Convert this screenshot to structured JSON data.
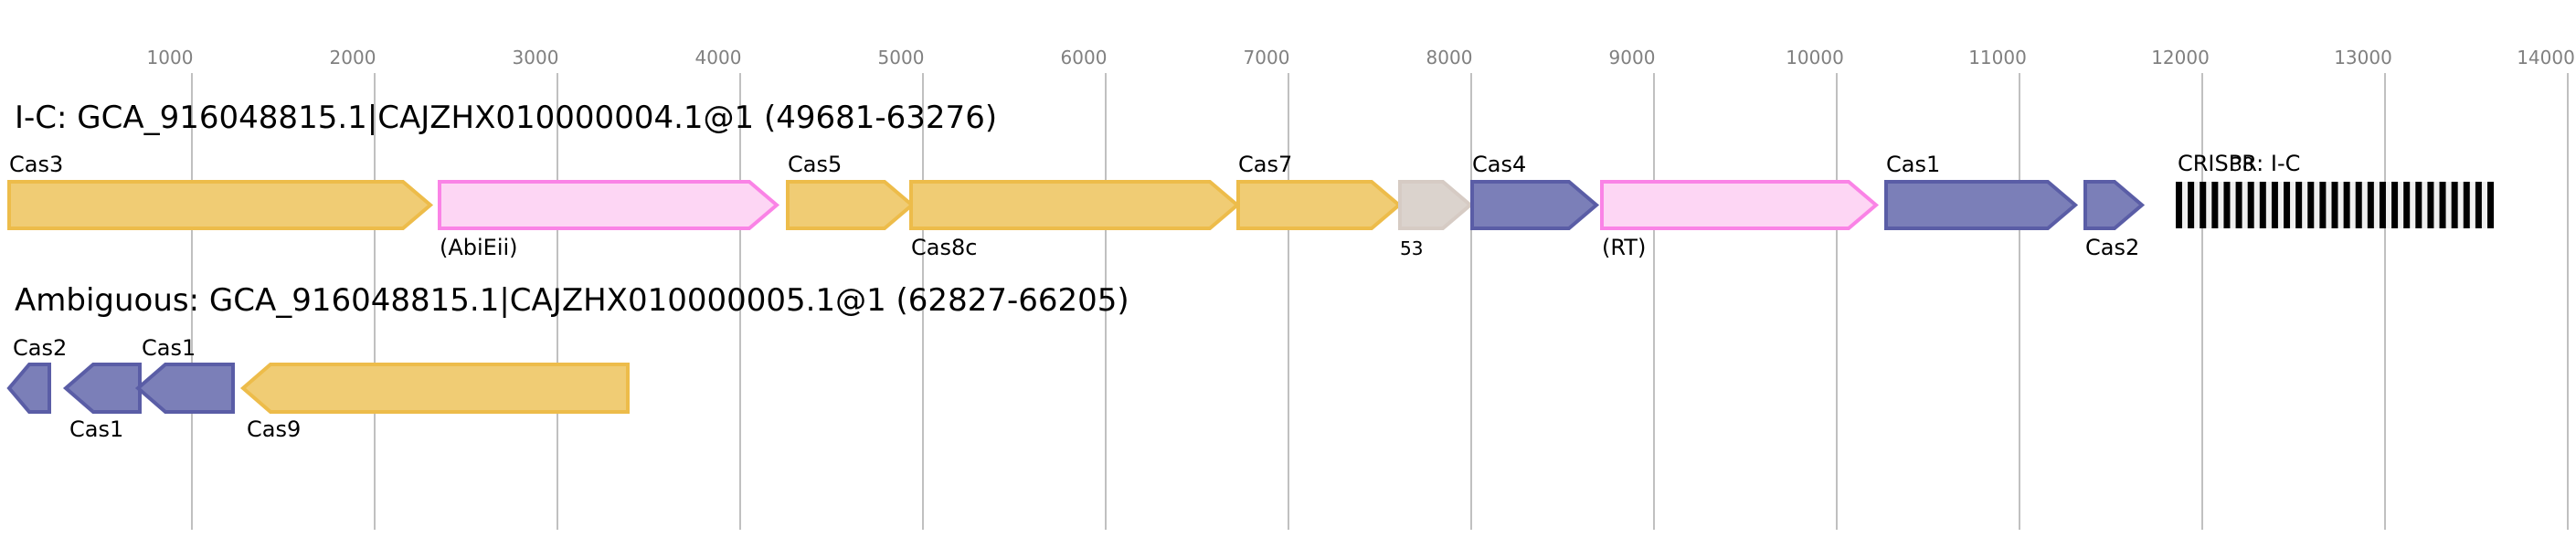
{
  "axis": {
    "unit": "bp",
    "ticks": [
      1000,
      2000,
      3000,
      4000,
      5000,
      6000,
      7000,
      8000,
      9000,
      10000,
      11000,
      12000,
      13000,
      14000
    ]
  },
  "colors": {
    "cas_core": {
      "fill": "#f0cc74",
      "stroke": "#edbc4a"
    },
    "cas_adapt": {
      "fill": "#7b7fb8",
      "stroke": "#5a5da6"
    },
    "accessory": {
      "fill": "#fdd6f4",
      "stroke": "#fa83e6"
    },
    "unknown": {
      "fill": "#dbd3cd",
      "stroke": "#d6cbc4"
    },
    "crispr_repeat": "#000000",
    "crispr_spacer": "#f0f0f0"
  },
  "chart_data": {
    "type": "gene-map",
    "xlim": [
      0,
      14000
    ],
    "grid": true,
    "tracks": [
      {
        "title": "I-C: GCA_916048815.1|CAJZHX010000004.1@1 (49681-63276)",
        "genes": [
          {
            "name": "Cas3",
            "start": 0,
            "end": 2305,
            "strand": "+",
            "class": "cas_core",
            "label_pos": "above"
          },
          {
            "name": "(AbiEii)",
            "start": 2355,
            "end": 4200,
            "strand": "+",
            "class": "accessory",
            "label_pos": "below"
          },
          {
            "name": "Cas5",
            "start": 4260,
            "end": 4940,
            "strand": "+",
            "class": "cas_core",
            "label_pos": "above"
          },
          {
            "name": "Cas8c",
            "start": 4935,
            "end": 6720,
            "strand": "+",
            "class": "cas_core",
            "label_pos": "below"
          },
          {
            "name": "Cas7",
            "start": 6725,
            "end": 7605,
            "strand": "+",
            "class": "cas_core",
            "label_pos": "above"
          },
          {
            "name": "53",
            "start": 7610,
            "end": 7995,
            "strand": "+",
            "class": "unknown",
            "label_pos": "below",
            "small": true
          },
          {
            "name": "Cas4",
            "start": 8005,
            "end": 8685,
            "strand": "+",
            "class": "cas_adapt",
            "label_pos": "above"
          },
          {
            "name": "(RT)",
            "start": 8715,
            "end": 10215,
            "strand": "+",
            "class": "accessory",
            "label_pos": "below"
          },
          {
            "name": "Cas1",
            "start": 10270,
            "end": 11305,
            "strand": "+",
            "class": "cas_adapt",
            "label_pos": "above"
          },
          {
            "name": "Cas2",
            "start": 11360,
            "end": 11670,
            "strand": "+",
            "class": "cas_adapt",
            "label_pos": "below"
          }
        ],
        "crispr": {
          "label": "CRISPR: I-C",
          "count_label": "38",
          "start": 11855,
          "end": 13595,
          "repeats": 27
        }
      },
      {
        "title": "Ambiguous: GCA_916048815.1|CAJZHX010000005.1@1 (62827-66205)",
        "genes": [
          {
            "name": "Cas2",
            "start": 0,
            "end": 220,
            "strand": "-",
            "class": "cas_adapt",
            "label_pos": "above"
          },
          {
            "name": "Cas1",
            "start": 310,
            "end": 715,
            "strand": "-",
            "class": "cas_adapt",
            "label_pos": "below"
          },
          {
            "name": "Cas1",
            "start": 705,
            "end": 1225,
            "strand": "-",
            "class": "cas_adapt",
            "label_pos": "above"
          },
          {
            "name": "Cas9",
            "start": 1280,
            "end": 3385,
            "strand": "-",
            "class": "cas_core",
            "label_pos": "below"
          }
        ]
      }
    ]
  }
}
